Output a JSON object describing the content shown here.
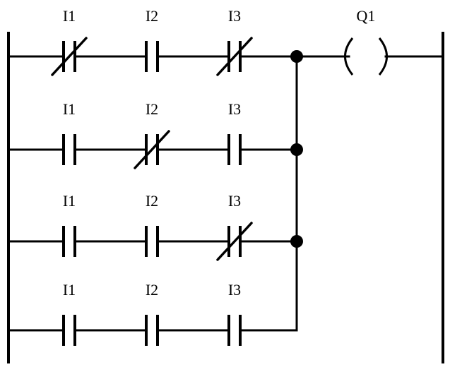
{
  "rungs": [
    {
      "contacts": [
        {
          "label": "I1",
          "type": "NC"
        },
        {
          "label": "I2",
          "type": "NO"
        },
        {
          "label": "I3",
          "type": "NC"
        }
      ]
    },
    {
      "contacts": [
        {
          "label": "I1",
          "type": "NO"
        },
        {
          "label": "I2",
          "type": "NC"
        },
        {
          "label": "I3",
          "type": "NO"
        }
      ]
    },
    {
      "contacts": [
        {
          "label": "I1",
          "type": "NO"
        },
        {
          "label": "I2",
          "type": "NO"
        },
        {
          "label": "I3",
          "type": "NC"
        }
      ]
    },
    {
      "contacts": [
        {
          "label": "I1",
          "type": "NO"
        },
        {
          "label": "I2",
          "type": "NO"
        },
        {
          "label": "I3",
          "type": "NO"
        }
      ]
    }
  ],
  "coil": {
    "label": "Q1"
  }
}
